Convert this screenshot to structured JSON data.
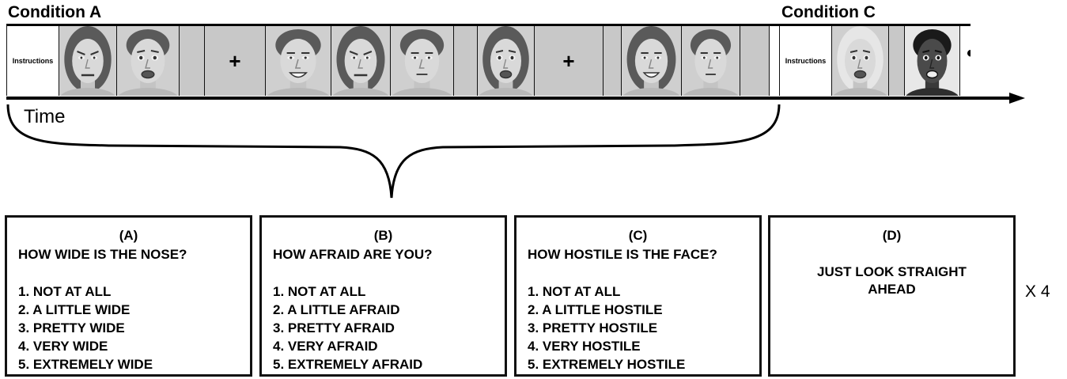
{
  "timeline": {
    "condition_a_label": "Condition A",
    "condition_c_label": "Condition C",
    "time_label": "Time",
    "instructions_text": "Instructions",
    "fixation_symbol": "+",
    "continuation_symbol": "• • •"
  },
  "questions": [
    {
      "letter": "(A)",
      "question": "HOW WIDE IS THE NOSE?",
      "options": [
        "1. NOT AT ALL",
        "2. A LITTLE WIDE",
        "3. PRETTY WIDE",
        "4. VERY WIDE",
        "5. EXTREMELY WIDE"
      ]
    },
    {
      "letter": "(B)",
      "question": "HOW AFRAID ARE YOU?",
      "options": [
        "1. NOT AT ALL",
        "2. A LITTLE AFRAID",
        "3. PRETTY AFRAID",
        "4. VERY AFRAID",
        "5. EXTREMELY AFRAID"
      ]
    },
    {
      "letter": "(C)",
      "question": "HOW HOSTILE IS THE FACE?",
      "options": [
        "1. NOT AT ALL",
        "2. A LITTLE HOSTILE",
        "3. PRETTY HOSTILE",
        "4. VERY HOSTILE",
        "5. EXTREMELY HOSTILE"
      ]
    }
  ],
  "question_d": {
    "letter": "(D)",
    "text": "JUST LOOK STRAIGHT\nAHEAD"
  },
  "repeat_label": "X 4",
  "colors": {
    "blank_frame": "#c8c8c8",
    "line": "#000000",
    "face_skin": "#d9d9d9",
    "hair": "#5a5a5a"
  }
}
